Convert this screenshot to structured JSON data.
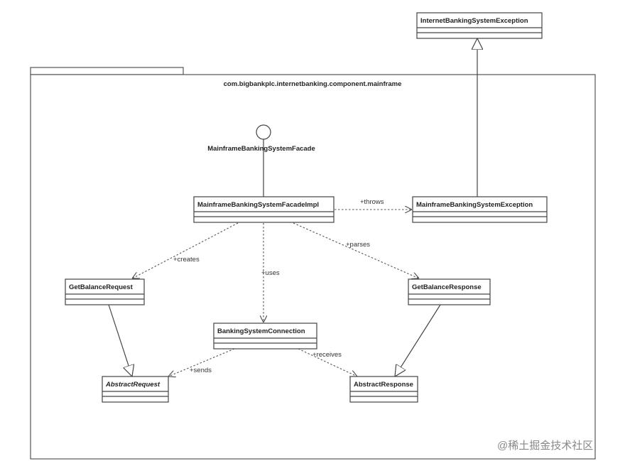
{
  "package": {
    "name": "com.bigbankplc.internetbanking.component.mainframe"
  },
  "interface": {
    "name": "MainframeBankingSystemFacade"
  },
  "classes": {
    "internet_exception": {
      "name": "InternetBankingSystemException",
      "abstract": false
    },
    "facade_impl": {
      "name": "MainframeBankingSystemFacadeImpl",
      "abstract": false
    },
    "mainframe_exception": {
      "name": "MainframeBankingSystemException",
      "abstract": false
    },
    "get_balance_request": {
      "name": "GetBalanceRequest",
      "abstract": false
    },
    "get_balance_response": {
      "name": "GetBalanceResponse",
      "abstract": false
    },
    "connection": {
      "name": "BankingSystemConnection",
      "abstract": false
    },
    "abstract_request": {
      "name": "AbstractRequest",
      "abstract": true
    },
    "abstract_response": {
      "name": "AbstractResponse",
      "abstract": false
    }
  },
  "relations": {
    "throws": "+throws",
    "creates": "+creates",
    "uses": "+uses",
    "parses": "+parses",
    "sends": "+sends",
    "receives": "+receives"
  },
  "watermark": "@稀土掘金技术社区"
}
